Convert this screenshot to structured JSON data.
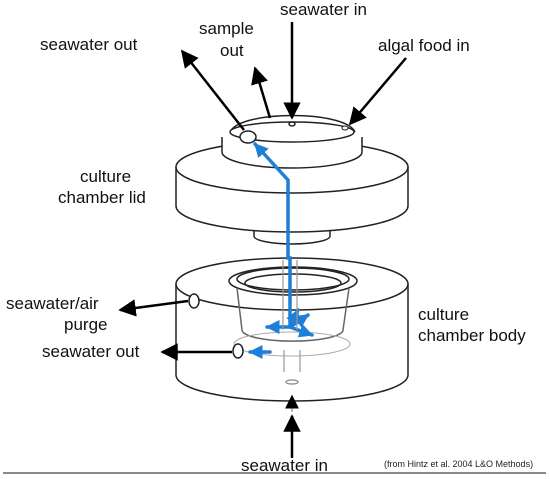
{
  "labels": {
    "seawater_out_top": "seawater out",
    "sample_out_line1": "sample",
    "sample_out_line2": "out",
    "seawater_in_top": "seawater in",
    "algal_food_in": "algal food in",
    "culture_chamber_lid_line1": "culture",
    "culture_chamber_lid_line2": "chamber lid",
    "seawater_air_purge_line1": "seawater/air",
    "seawater_air_purge_line2": "purge",
    "seawater_out_side": "seawater out",
    "culture_chamber_body_line1": "culture",
    "culture_chamber_body_line2": "chamber body",
    "seawater_in_bottom": "seawater in",
    "credit": "(from Hintz et al. 2004 L&O Methods)"
  },
  "colors": {
    "flow": "#1e7fd6",
    "outline": "#222222",
    "arrow": "#000000"
  }
}
